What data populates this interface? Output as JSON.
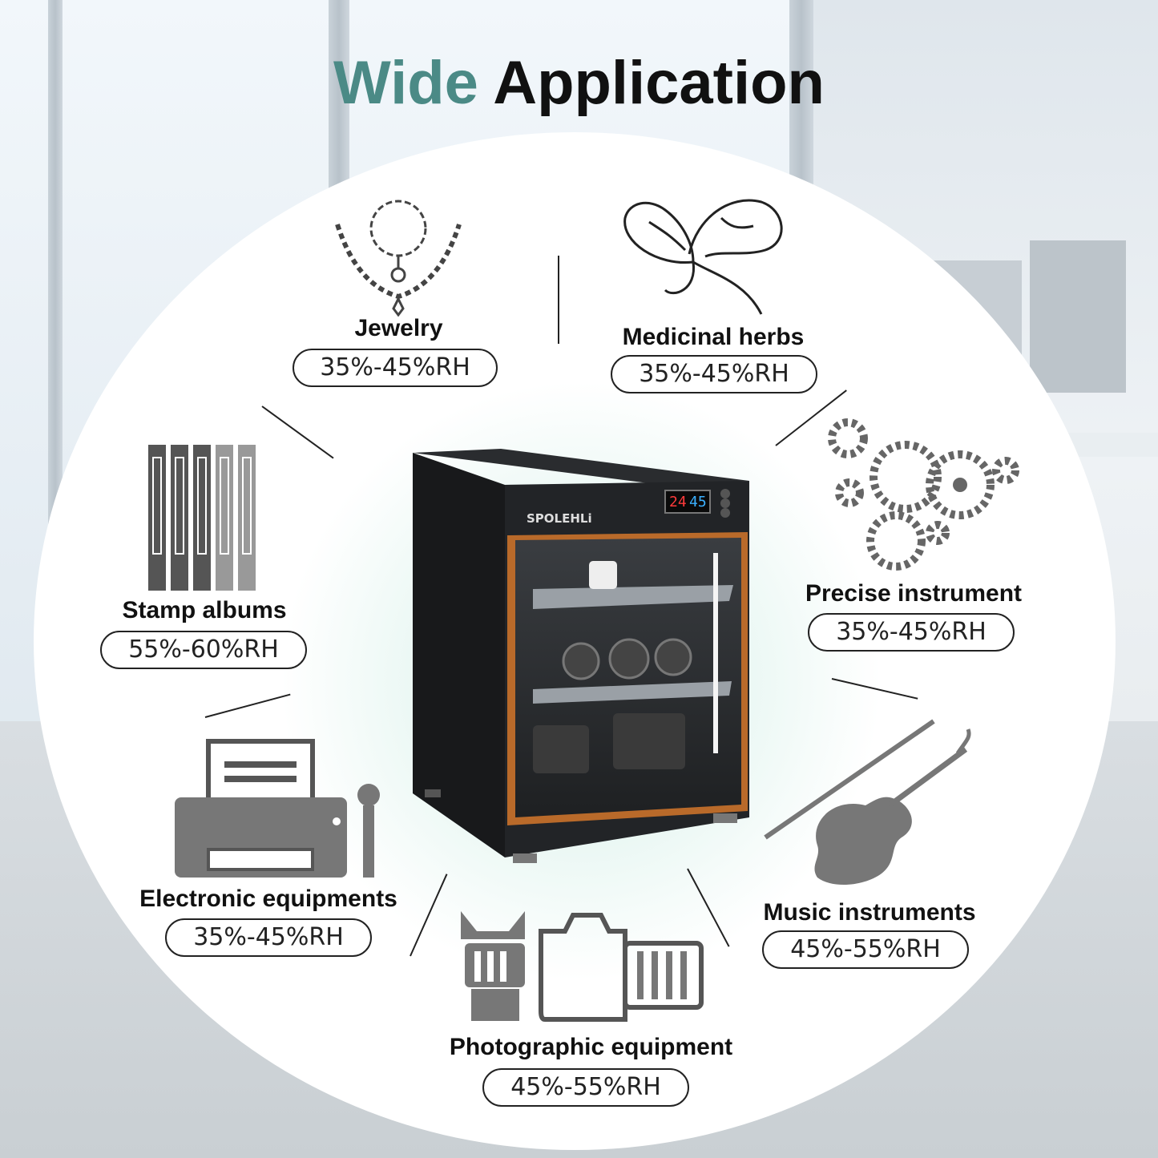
{
  "title": {
    "part1": "Wide",
    "part2": "Application"
  },
  "product": {
    "brand": "SPOLEHLi",
    "display_temp": "24",
    "display_humidity": "45"
  },
  "applications": [
    {
      "name": "Jewelry",
      "range": "35%-45%RH",
      "icon": "necklace-icon"
    },
    {
      "name": "Medicinal herbs",
      "range": "35%-45%RH",
      "icon": "herb-icon"
    },
    {
      "name": "Precise instrument",
      "range": "35%-45%RH",
      "icon": "gears-icon"
    },
    {
      "name": "Music instruments",
      "range": "45%-55%RH",
      "icon": "violin-icon"
    },
    {
      "name": "Photographic equipment",
      "range": "45%-55%RH",
      "icon": "camera-icon"
    },
    {
      "name": "Electronic equipments",
      "range": "35%-45%RH",
      "icon": "printer-icon"
    },
    {
      "name": "Stamp albums",
      "range": "55%-60%RH",
      "icon": "albums-icon"
    }
  ]
}
